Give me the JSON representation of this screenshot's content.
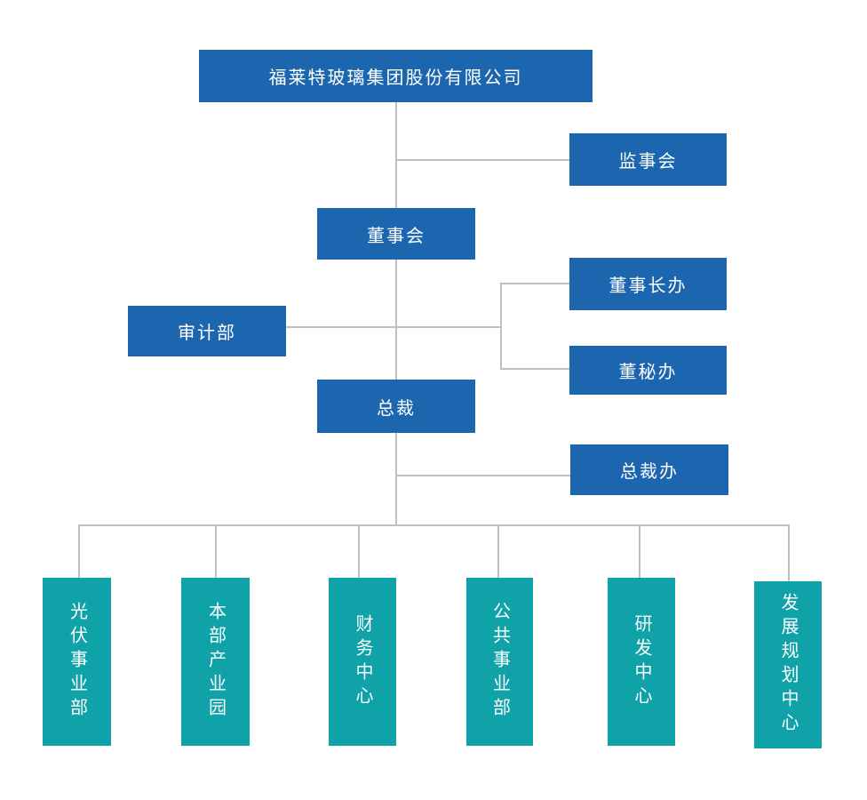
{
  "palette": {
    "node_blue": "#1C66B0",
    "node_teal": "#0FA2A8",
    "connector_gray": "#BFBFBF",
    "node_text": "#FFFFFF",
    "background": "#FFFFFF"
  },
  "org": {
    "company": "福莱特玻璃集团股份有限公司",
    "supervisory_board": "监事会",
    "board_of_directors": "董事会",
    "chairman_office": "董事长办",
    "audit_dept": "审计部",
    "board_secretary_office": "董秘办",
    "president": "总裁",
    "president_office": "总裁办",
    "departments": [
      "光伏事业部",
      "本部产业园",
      "财务中心",
      "公共事业部",
      "研发中心",
      "发展规划中心"
    ]
  }
}
